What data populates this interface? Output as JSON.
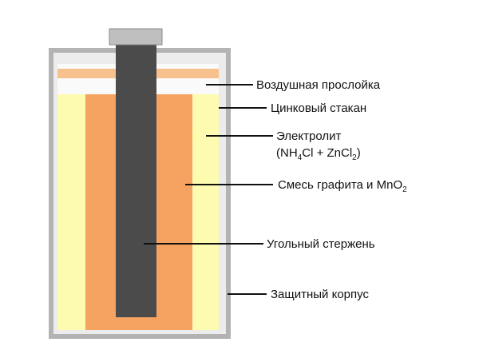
{
  "colors": {
    "case_border": "#b3b3b3",
    "case_fill": "#ececec",
    "cap": "#bfbfbf",
    "rod": "#4b4b4b",
    "zinc_cup_band": "#f7c18e",
    "electrolyte": "#fdfbb0",
    "mixture": "#f6a261",
    "air_gap": "#fafafa",
    "leader_line": "#111111"
  },
  "labels": {
    "air_gap": "Воздушная прослойка",
    "zinc_cup": "Цинковый стакан",
    "electrolyte": "Электролит",
    "electrolyte_formula": {
      "open": "(NH",
      "sub1": "4",
      "mid": "Cl + ZnCl",
      "sub2": "2",
      "close": ")"
    },
    "mixture": {
      "text": "Смесь графита и MnO",
      "sub": "2"
    },
    "carbon_rod": "Угольный стержень",
    "case": "Защитный корпус"
  }
}
